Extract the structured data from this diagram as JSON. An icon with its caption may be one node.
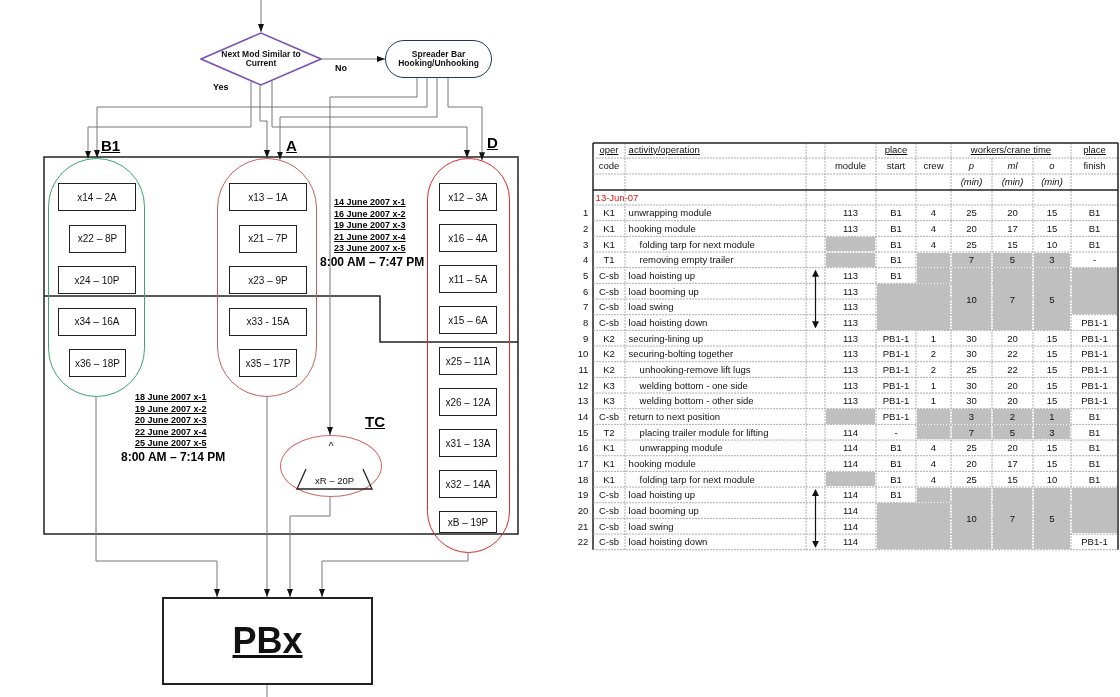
{
  "diagram": {
    "nodes": [
      {
        "text": [
          "Next Mod Similar to Current"
        ]
      },
      {
        "text": [
          "Spreader Bar Hooking/Unhooking"
        ]
      },
      {
        "text": [
          "B1"
        ]
      },
      {
        "text": [
          "x14 – 2A"
        ],
        "in": 2
      },
      {
        "text": [
          "x22 – 8P"
        ],
        "in": 2
      },
      {
        "text": [
          "x24 – 10P"
        ],
        "in": 2
      },
      {
        "text": [
          "x34 – 16A"
        ],
        "in": 2
      },
      {
        "text": [
          "x36 – 18P"
        ],
        "in": 2
      },
      {
        "text": [
          "A"
        ]
      },
      {
        "text": [
          "x13 – 1A"
        ],
        "in": 8
      },
      {
        "text": [
          "x21 – 7P"
        ],
        "in": 8
      },
      {
        "text": [
          "x23 – 9P"
        ],
        "in": 8
      },
      {
        "text": [
          "x33 - 15A"
        ],
        "in": 8
      },
      {
        "text": [
          "x35 – 17P"
        ],
        "in": 8
      },
      {
        "text": [
          "D"
        ]
      },
      {
        "text": [
          "x12 – 3A"
        ],
        "in": 14
      },
      {
        "text": [
          "x16 – 4A"
        ],
        "in": 14
      },
      {
        "text": [
          "x11 – 5A"
        ],
        "in": 14
      },
      {
        "text": [
          "x15 – 6A"
        ],
        "in": 14
      },
      {
        "text": [
          "x25 – 11A"
        ],
        "in": 14
      },
      {
        "text": [
          "x26 – 12A"
        ],
        "in": 14
      },
      {
        "text": [
          "x31 – 13A"
        ],
        "in": 14
      },
      {
        "text": [
          "x32 – 14A"
        ],
        "in": 14
      },
      {
        "text": [
          "xB – 19P"
        ],
        "in": 14
      },
      {
        "text": [
          "TC",
          "^"
        ]
      },
      {
        "text": [
          "xR – 20P"
        ],
        "in": 24
      },
      {
        "text": [
          "PBx"
        ]
      }
    ],
    "edges": [
      {
        "from": null,
        "to": 0,
        "arrow": "to"
      },
      {
        "from": 0,
        "to": 1,
        "arrow": "to",
        "label": "No"
      },
      {
        "from": 0,
        "to": 2,
        "arrow": "to",
        "label": "Yes"
      },
      {
        "from": 0,
        "to": 8,
        "arrow": "to"
      },
      {
        "from": 0,
        "to": 14,
        "arrow": "to"
      },
      {
        "from": 1,
        "to": 2,
        "arrow": "to"
      },
      {
        "from": 1,
        "to": 8,
        "arrow": "to"
      },
      {
        "from": 1,
        "to": 14,
        "arrow": "to"
      },
      {
        "from": 1,
        "to": 24,
        "arrow": "to"
      },
      {
        "from": 2,
        "to": 26,
        "arrow": "to"
      },
      {
        "from": 8,
        "to": 26,
        "arrow": "to"
      },
      {
        "from": 24,
        "to": 26,
        "arrow": "to"
      },
      {
        "from": 14,
        "to": 26,
        "arrow": "to"
      },
      {
        "from": 26,
        "to": null,
        "arrow": "none"
      }
    ],
    "labels": [
      "14 June 2007 x-1",
      "16 June 2007 x-2",
      "19 June 2007 x-3",
      "21 June 2007 x-4",
      "23 June 2007 x-5",
      "8:00 AM – 7:47 PM",
      "18 June 2007 x-1",
      "19 June 2007 x-2",
      "20 June 2007 x-3",
      "22 June 2007 x-4",
      "25 June 2007 x-5",
      "8:00 AM – 7:14 PM",
      "oper",
      "activity/operation",
      "place",
      "workers/crane time",
      "place",
      "code",
      "module",
      "start",
      "crew",
      "p",
      "ml",
      "o",
      "finish",
      "(min)",
      "(min)",
      "(min)",
      "13-Jun-07",
      "1",
      "K1",
      "unwrapping module",
      "113",
      "B1",
      "4",
      "25",
      "20",
      "15",
      "B1",
      "2",
      "K1",
      "hooking module",
      "113",
      "B1",
      "4",
      "20",
      "17",
      "15",
      "B1",
      "3",
      "K1",
      "folding tarp for next module",
      "B1",
      "4",
      "25",
      "15",
      "10",
      "B1",
      "4",
      "T1",
      "removing empty trailer",
      "B1",
      "7",
      "5",
      "3",
      "-",
      "5",
      "C-sb",
      "load hoisting up",
      "113",
      "B1",
      "10",
      "7",
      "5",
      "6",
      "C-sb",
      "load booming up",
      "113",
      "7",
      "C-sb",
      "load swing",
      "113",
      "8",
      "C-sb",
      "load hoisting down",
      "113",
      "PB1-1",
      "9",
      "K2",
      "securing-lining up",
      "113",
      "PB1-1",
      "1",
      "30",
      "20",
      "15",
      "PB1-1",
      "10",
      "K2",
      "securing-bolting together",
      "113",
      "PB1-1",
      "2",
      "30",
      "22",
      "15",
      "PB1-1",
      "11",
      "K2",
      "unhooking-remove lift lugs",
      "113",
      "PB1-1",
      "2",
      "25",
      "22",
      "15",
      "PB1-1",
      "12",
      "K3",
      "welding bottom - one side",
      "113",
      "PB1-1",
      "1",
      "30",
      "20",
      "15",
      "PB1-1",
      "13",
      "K3",
      "welding bottom - other side",
      "113",
      "PB1-1",
      "1",
      "30",
      "20",
      "15",
      "PB1-1",
      "14",
      "C-sb",
      "return to next position",
      "PB1-1",
      "3",
      "2",
      "1",
      "B1",
      "15",
      "T2",
      "placing trailer module for lifting",
      "114",
      "-",
      "7",
      "5",
      "3",
      "B1",
      "16",
      "K1",
      "unwrapping module",
      "114",
      "B1",
      "4",
      "25",
      "20",
      "15",
      "B1",
      "17",
      "K1",
      "hooking module",
      "114",
      "B1",
      "4",
      "20",
      "17",
      "15",
      "B1",
      "18",
      "K1",
      "folding tarp for next module",
      "B1",
      "4",
      "25",
      "15",
      "10",
      "B1",
      "19",
      "C-sb",
      "load hoisting up",
      "114",
      "B1",
      "10",
      "7",
      "5",
      "20",
      "C-sb",
      "load booming up",
      "114",
      "21",
      "C-sb",
      "load swing",
      "114",
      "22",
      "C-sb",
      "load hoisting down",
      "114",
      "PB1-1"
    ]
  }
}
